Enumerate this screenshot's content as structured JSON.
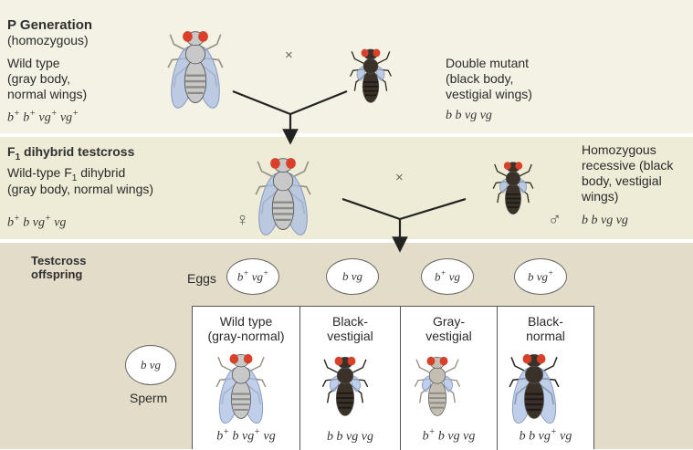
{
  "p_generation": {
    "title": "P Generation",
    "subtitle": "(homozygous)",
    "wild_type": {
      "line1": "Wild type",
      "line2": "(gray body,",
      "line3": "normal wings)"
    },
    "wild_genotype": {
      "a": "b",
      "a_sup": "+",
      "b": " b",
      "b_sup": "+",
      "c": " vg",
      "c_sup": "+",
      "d": " vg",
      "d_sup": "+"
    },
    "cross_symbol": "×",
    "mutant": {
      "line1": "Double mutant",
      "line2": "(black body,",
      "line3": "vestigial wings)"
    },
    "mutant_genotype": "b b vg vg"
  },
  "f1_testcross": {
    "title_main": "F",
    "title_sub": "1",
    "title_rest": " dihybrid testcross",
    "desc_line1_main": "Wild-type F",
    "desc_line1_sub": "1",
    "desc_line1_rest": " dihybrid",
    "desc_line2": "(gray body, normal wings)",
    "genotype": {
      "a": "b",
      "a_sup": "+",
      "b": " b vg",
      "b_sup": "+",
      "c": " vg"
    },
    "female_symbol": "♀",
    "cross_symbol": "×",
    "male_symbol": "♂",
    "recessive": {
      "line1": "Homozygous",
      "line2": "recessive (black",
      "line3": "body, vestigial",
      "line4": "wings)"
    },
    "recessive_genotype": "b b vg vg"
  },
  "offspring": {
    "title_line1": "Testcross",
    "title_line2": "offspring",
    "eggs_label": "Eggs",
    "eggs": [
      {
        "a": "b",
        "a_sup": "+",
        "b": " vg",
        "b_sup": "+"
      },
      {
        "a": "b vg",
        "a_sup": "",
        "b": "",
        "b_sup": ""
      },
      {
        "a": "b",
        "a_sup": "+",
        "b": " vg",
        "b_sup": ""
      },
      {
        "a": "b vg",
        "a_sup": "+",
        "b": "",
        "b_sup": ""
      }
    ],
    "sperm_genotype": "b vg",
    "sperm_label": "Sperm",
    "columns": [
      {
        "line1": "Wild type",
        "line2": "(gray-normal)",
        "g": {
          "a": "b",
          "a_sup": "+",
          "b": " b vg",
          "b_sup": "+",
          "c": " vg"
        },
        "body": "#c8c8c8",
        "wings": "normal"
      },
      {
        "line1": "Black-",
        "line2": "vestigial",
        "g": {
          "a": "b b vg vg",
          "a_sup": "",
          "b": "",
          "b_sup": "",
          "c": ""
        },
        "body": "#3a3128",
        "wings": "vestigial"
      },
      {
        "line1": "Gray-",
        "line2": "vestigial",
        "g": {
          "a": "b",
          "a_sup": "+",
          "b": " b vg vg",
          "b_sup": "",
          "c": ""
        },
        "body": "#c4beb2",
        "wings": "vestigial"
      },
      {
        "line1": "Black-",
        "line2": "normal",
        "g": {
          "a": "b b vg",
          "a_sup": "+",
          "b": " vg",
          "b_sup": "",
          "c": ""
        },
        "body": "#3a3128",
        "wings": "normal"
      }
    ]
  },
  "colors": {
    "band1": "#f4f2e4",
    "band2": "#eeecd6",
    "band3": "#e2dcc8",
    "eye": "#d9402a"
  }
}
